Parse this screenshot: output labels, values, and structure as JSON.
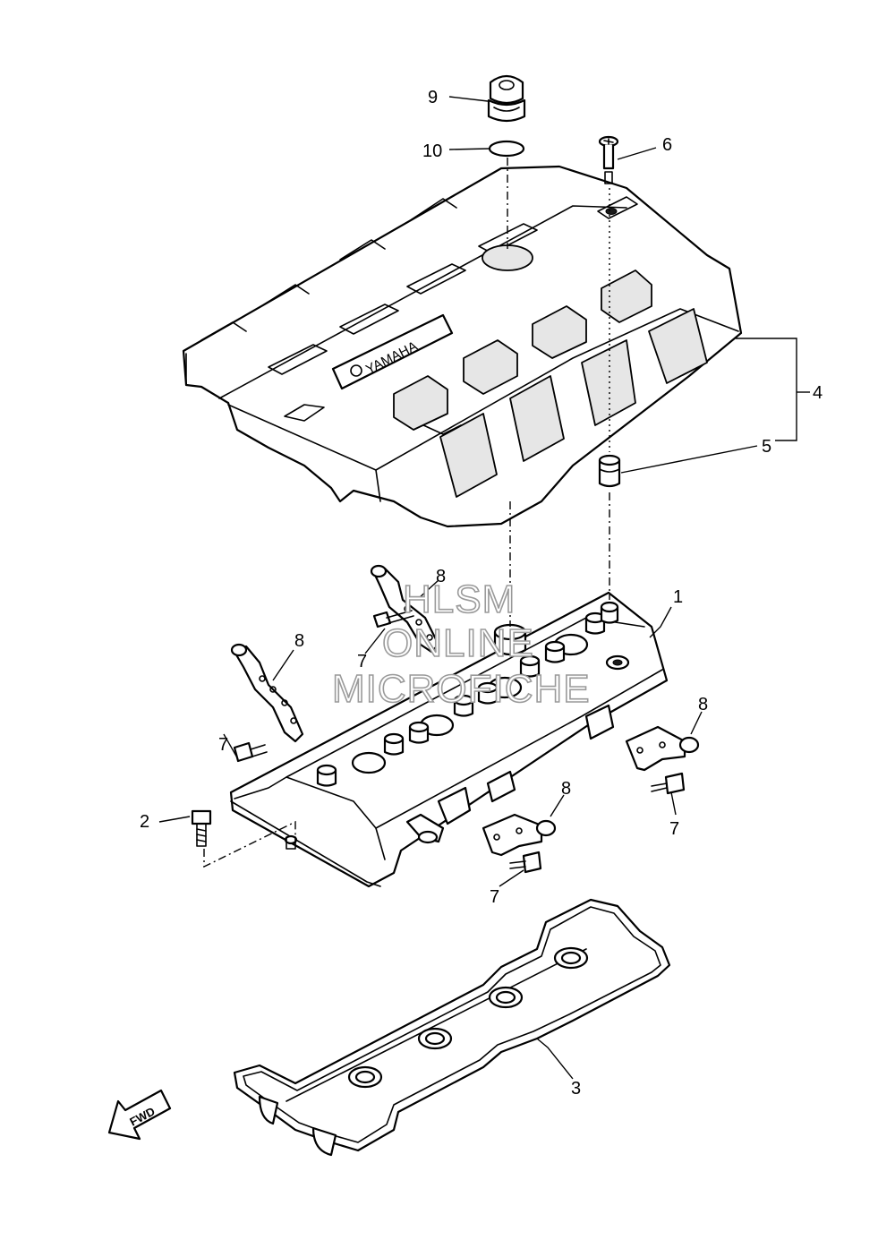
{
  "callouts": [
    {
      "id": "c9",
      "label": "9"
    },
    {
      "id": "c10",
      "label": "10"
    },
    {
      "id": "c6",
      "label": "6"
    },
    {
      "id": "c4",
      "label": "4"
    },
    {
      "id": "c5",
      "label": "5"
    },
    {
      "id": "c1",
      "label": "1"
    },
    {
      "id": "c8a",
      "label": "8"
    },
    {
      "id": "c7a",
      "label": "7"
    },
    {
      "id": "c8b",
      "label": "8"
    },
    {
      "id": "c7b",
      "label": "7"
    },
    {
      "id": "c8c",
      "label": "8"
    },
    {
      "id": "c7c",
      "label": "7"
    },
    {
      "id": "c8d",
      "label": "8"
    },
    {
      "id": "c7d",
      "label": "7"
    },
    {
      "id": "c2",
      "label": "2"
    },
    {
      "id": "c3",
      "label": "3"
    }
  ],
  "cover_brand": "YAMAHA",
  "direction_arrow": "FWD",
  "watermark": {
    "line1": "HLSM",
    "line2": "ONLINE",
    "line3": "MICROFICHE"
  }
}
